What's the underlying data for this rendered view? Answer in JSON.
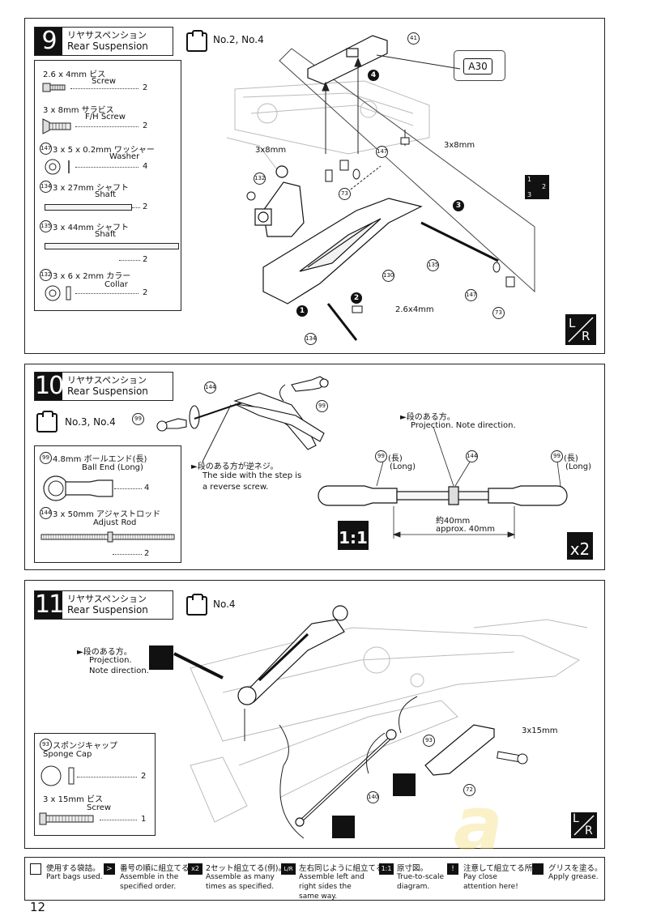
{
  "step9": {
    "number": "9",
    "title_jp": "リヤサスペンション",
    "title_en": "Rear Suspension",
    "bag": "No.2, No.4",
    "ref_badge": "A30",
    "parts": [
      {
        "id": "",
        "name_jp": "2.6 x 4mm  ビス",
        "name_en": "Screw",
        "qty": "2"
      },
      {
        "id": "",
        "name_jp": "3 x 8mm  サラビス",
        "name_en": "F/H Screw",
        "qty": "2"
      },
      {
        "id": "147",
        "name_jp": "3 x 5 x 0.2mm  ワッシャー",
        "name_en": "Washer",
        "qty": "4"
      },
      {
        "id": "134",
        "name_jp": "3 x 27mm  シャフト",
        "name_en": "Shaft",
        "qty": "2"
      },
      {
        "id": "135",
        "name_jp": "3 x 44mm  シャフト",
        "name_en": "Shaft",
        "qty": "2"
      },
      {
        "id": "132",
        "name_jp": "3 x 6 x 2mm  カラー",
        "name_en": "Collar",
        "qty": "2"
      }
    ],
    "callouts": {
      "c41": "41",
      "c147a": "147",
      "c147b": "147",
      "c132": "132",
      "c73a": "73",
      "c73b": "73",
      "c130": "130",
      "c135": "135",
      "c134": "134",
      "screw_3x8a": "3x8mm",
      "screw_3x8b": "3x8mm",
      "screw_26x4": "2.6x4mm",
      "s1": "1",
      "s2": "2",
      "s3": "3",
      "s4": "4"
    },
    "order_icon": {
      "n1": "1",
      "n2": "2",
      "n3": "3"
    },
    "lr_icon": {
      "l": "L",
      "r": "R"
    }
  },
  "step10": {
    "number": "10",
    "title_jp": "リヤサスペンション",
    "title_en": "Rear Suspension",
    "bag": "No.3, No.4",
    "parts": [
      {
        "id": "99",
        "name_jp": "4.8mm  ボールエンド(長)",
        "name_en": "Ball End (Long)",
        "qty": "4"
      },
      {
        "id": "144",
        "name_jp": "3 x 50mm  アジャストロッド",
        "name_en": "Adjust Rod",
        "qty": "2"
      }
    ],
    "callouts": {
      "c144a": "144",
      "c99a": "99",
      "c99b": "99",
      "c99c": "99",
      "c144b": "144",
      "c99d": "99"
    },
    "reverse_note_jp": "段のある方が逆ネジ。",
    "reverse_note_en1": "The side with the step is",
    "reverse_note_en2": "a reverse screw.",
    "proj_jp": "段のある方。",
    "proj_en": "Projection. Note direction.",
    "long_jp_l": "(長)",
    "long_en_l": "(Long)",
    "long_jp_r": "(長)",
    "long_en_r": "(Long)",
    "dim_jp": "約40mm",
    "dim_en": "approx. 40mm",
    "scale_badge": "1:1",
    "x2_badge": "x2"
  },
  "step11": {
    "number": "11",
    "title_jp": "リヤサスペンション",
    "title_en": "Rear Suspension",
    "bag": "No.4",
    "parts": [
      {
        "id": "93",
        "name_jp": "スポンジキャップ",
        "name_en": "Sponge Cap",
        "qty": "2"
      },
      {
        "id": "",
        "name_jp": "3 x 15mm  ビス",
        "name_en": "Screw",
        "qty": "1"
      }
    ],
    "proj_jp": "段のある方。",
    "proj_en1": "Projection.",
    "proj_en2": "Note direction.",
    "callouts": {
      "c93": "93",
      "c140": "140",
      "c72": "72",
      "screw": "3x15mm"
    },
    "lr_icon": {
      "l": "L",
      "r": "R"
    }
  },
  "legend": [
    {
      "icon": "bag",
      "jp": "使用する袋詰。",
      "en": "Part bags used."
    },
    {
      "icon": ">",
      "jp": "番号の順に組立てる。",
      "en": "Assemble in the specified order."
    },
    {
      "icon": "x2",
      "jp": "2セット組立てる(例)。",
      "en": "Assemble as many times as specified."
    },
    {
      "icon": "L/R",
      "jp": "左右同じように組立てる。",
      "en": "Assemble left and right sides the same way."
    },
    {
      "icon": "1:1",
      "jp": "原寸図。",
      "en": "True-to-scale diagram."
    },
    {
      "icon": "!",
      "jp": "注意して組立てる所。",
      "en": "Pay close attention here!"
    },
    {
      "icon": "grease",
      "jp": "グリスを塗る。",
      "en": "Apply grease."
    }
  ],
  "page_number": "12",
  "watermark": "a"
}
